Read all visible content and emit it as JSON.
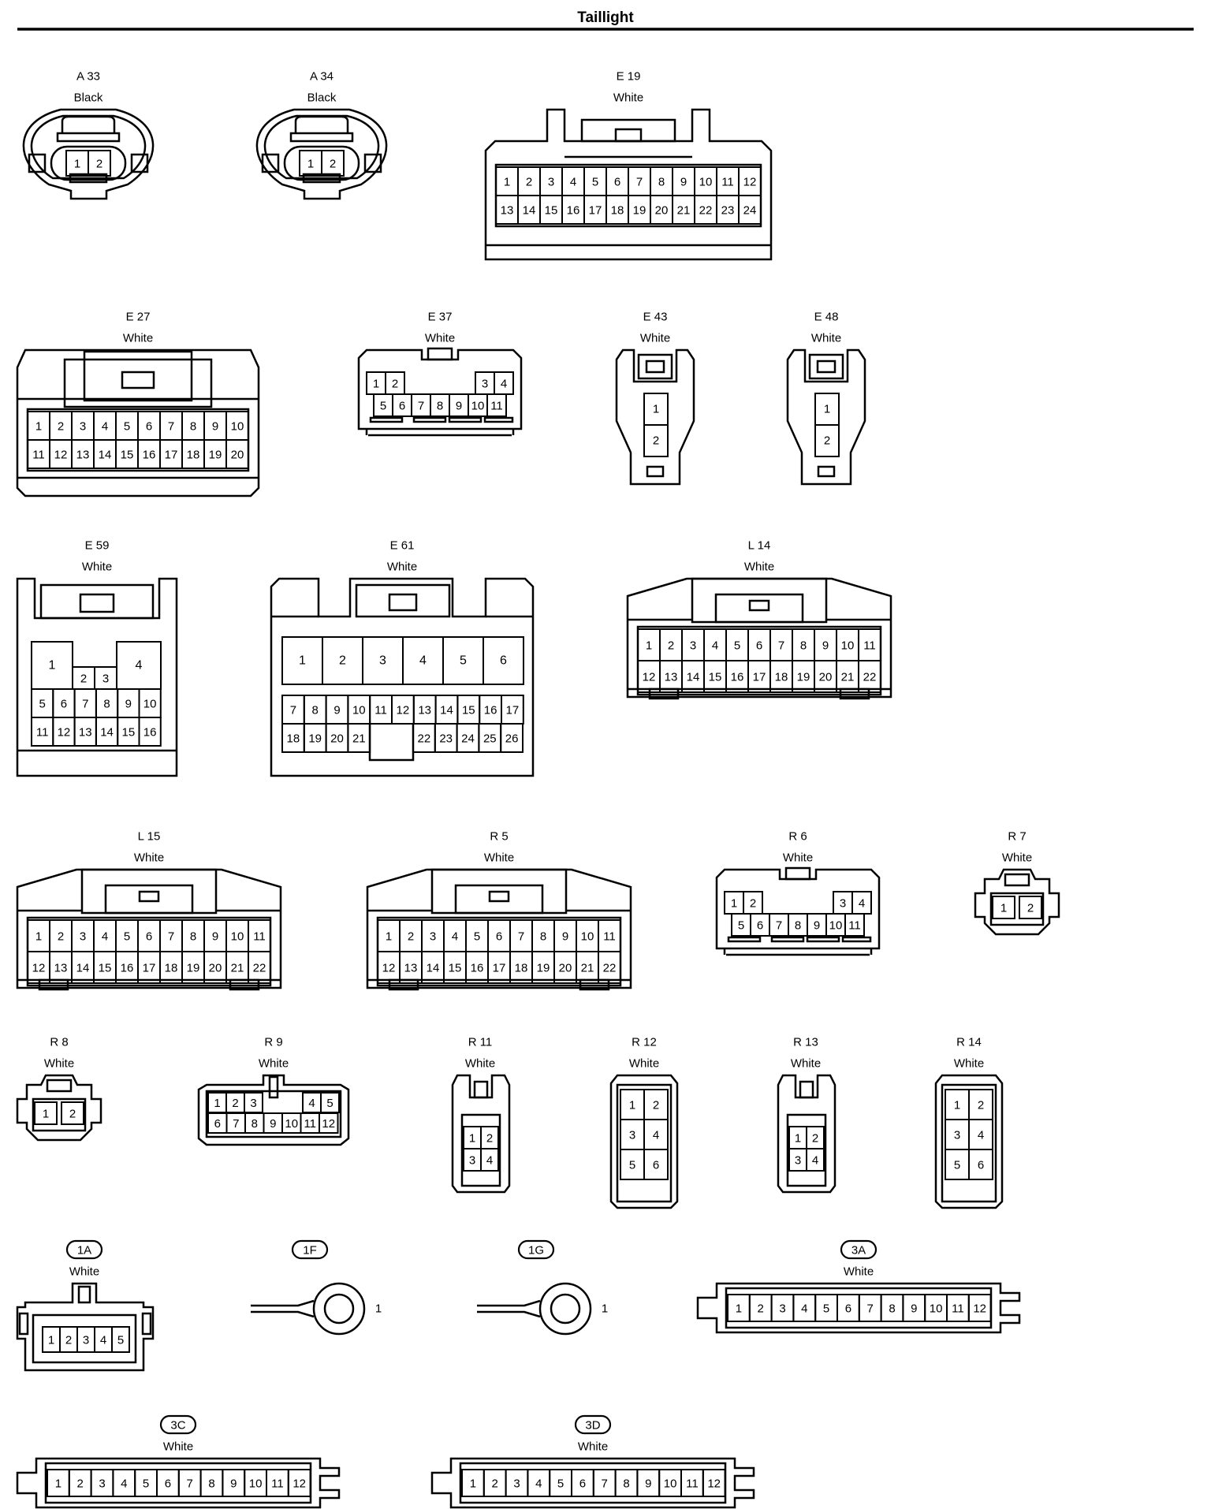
{
  "page_title": "Taillight",
  "connectors": [
    {
      "id": "a33",
      "code": "A 33",
      "color": "Black",
      "pins": [
        "1",
        "2"
      ]
    },
    {
      "id": "a34",
      "code": "A 34",
      "color": "Black",
      "pins": [
        "1",
        "2"
      ]
    },
    {
      "id": "e19",
      "code": "E 19",
      "color": "White",
      "rows": [
        [
          "1",
          "2",
          "3",
          "4",
          "5",
          "6",
          "7",
          "8",
          "9",
          "10",
          "11",
          "12"
        ],
        [
          "13",
          "14",
          "15",
          "16",
          "17",
          "18",
          "19",
          "20",
          "21",
          "22",
          "23",
          "24"
        ]
      ]
    },
    {
      "id": "e27",
      "code": "E 27",
      "color": "White",
      "rows": [
        [
          "1",
          "2",
          "3",
          "4",
          "5",
          "6",
          "7",
          "8",
          "9",
          "10"
        ],
        [
          "11",
          "12",
          "13",
          "14",
          "15",
          "16",
          "17",
          "18",
          "19",
          "20"
        ]
      ]
    },
    {
      "id": "e37",
      "code": "E 37",
      "color": "White",
      "rows": [
        [
          "1",
          "2",
          "3",
          "4"
        ],
        [
          "5",
          "6",
          "7",
          "8",
          "9",
          "10",
          "11"
        ]
      ]
    },
    {
      "id": "e43",
      "code": "E 43",
      "color": "White",
      "pins": [
        "1",
        "2"
      ]
    },
    {
      "id": "e48",
      "code": "E 48",
      "color": "White",
      "pins": [
        "1",
        "2"
      ]
    },
    {
      "id": "e59",
      "code": "E 59",
      "color": "White",
      "rows": [
        [
          "1",
          "2",
          "3",
          "4"
        ],
        [
          "5",
          "6",
          "7",
          "8",
          "9",
          "10"
        ],
        [
          "11",
          "12",
          "13",
          "14",
          "15",
          "16"
        ]
      ]
    },
    {
      "id": "e61",
      "code": "E 61",
      "color": "White",
      "rows": [
        [
          "1",
          "2",
          "3",
          "4",
          "5",
          "6"
        ],
        [
          "7",
          "8",
          "9",
          "10",
          "11",
          "12",
          "13",
          "14",
          "15",
          "16",
          "17"
        ],
        [
          "18",
          "19",
          "20",
          "21",
          "22",
          "23",
          "24",
          "25",
          "26"
        ]
      ]
    },
    {
      "id": "l14",
      "code": "L 14",
      "color": "White",
      "rows": [
        [
          "1",
          "2",
          "3",
          "4",
          "5",
          "6",
          "7",
          "8",
          "9",
          "10",
          "11"
        ],
        [
          "12",
          "13",
          "14",
          "15",
          "16",
          "17",
          "18",
          "19",
          "20",
          "21",
          "22"
        ]
      ]
    },
    {
      "id": "l15",
      "code": "L 15",
      "color": "White",
      "rows": [
        [
          "1",
          "2",
          "3",
          "4",
          "5",
          "6",
          "7",
          "8",
          "9",
          "10",
          "11"
        ],
        [
          "12",
          "13",
          "14",
          "15",
          "16",
          "17",
          "18",
          "19",
          "20",
          "21",
          "22"
        ]
      ]
    },
    {
      "id": "r5",
      "code": "R 5",
      "color": "White",
      "rows": [
        [
          "1",
          "2",
          "3",
          "4",
          "5",
          "6",
          "7",
          "8",
          "9",
          "10",
          "11"
        ],
        [
          "12",
          "13",
          "14",
          "15",
          "16",
          "17",
          "18",
          "19",
          "20",
          "21",
          "22"
        ]
      ]
    },
    {
      "id": "r6",
      "code": "R 6",
      "color": "White",
      "rows": [
        [
          "1",
          "2",
          "3",
          "4"
        ],
        [
          "5",
          "6",
          "7",
          "8",
          "9",
          "10",
          "11"
        ]
      ]
    },
    {
      "id": "r7",
      "code": "R 7",
      "color": "White",
      "pins": [
        "1",
        "2"
      ]
    },
    {
      "id": "r8",
      "code": "R 8",
      "color": "White",
      "pins": [
        "1",
        "2"
      ]
    },
    {
      "id": "r9",
      "code": "R 9",
      "color": "White",
      "rows": [
        [
          "1",
          "2",
          "3",
          "4",
          "5"
        ],
        [
          "6",
          "7",
          "8",
          "9",
          "10",
          "11",
          "12"
        ]
      ]
    },
    {
      "id": "r11",
      "code": "R 11",
      "color": "White",
      "pins": [
        "1",
        "2",
        "3",
        "4"
      ]
    },
    {
      "id": "r12",
      "code": "R 12",
      "color": "White",
      "pins": [
        "1",
        "2",
        "3",
        "4",
        "5",
        "6"
      ]
    },
    {
      "id": "r13",
      "code": "R 13",
      "color": "White",
      "pins": [
        "1",
        "2",
        "3",
        "4"
      ]
    },
    {
      "id": "r14",
      "code": "R 14",
      "color": "White",
      "pins": [
        "1",
        "2",
        "3",
        "4",
        "5",
        "6"
      ]
    },
    {
      "id": "j1a",
      "code": "1A",
      "color": "White",
      "pins": [
        "1",
        "2",
        "3",
        "4",
        "5"
      ]
    },
    {
      "id": "j1f",
      "code": "1F",
      "color": "",
      "pins": [
        "1"
      ]
    },
    {
      "id": "j1g",
      "code": "1G",
      "color": "",
      "pins": [
        "1"
      ]
    },
    {
      "id": "j3a",
      "code": "3A",
      "color": "White",
      "pins": [
        "1",
        "2",
        "3",
        "4",
        "5",
        "6",
        "7",
        "8",
        "9",
        "10",
        "11",
        "12"
      ]
    },
    {
      "id": "j3c",
      "code": "3C",
      "color": "White",
      "pins": [
        "1",
        "2",
        "3",
        "4",
        "5",
        "6",
        "7",
        "8",
        "9",
        "10",
        "11",
        "12"
      ]
    },
    {
      "id": "j3d",
      "code": "3D",
      "color": "White",
      "pins": [
        "1",
        "2",
        "3",
        "4",
        "5",
        "6",
        "7",
        "8",
        "9",
        "10",
        "11",
        "12"
      ]
    }
  ]
}
